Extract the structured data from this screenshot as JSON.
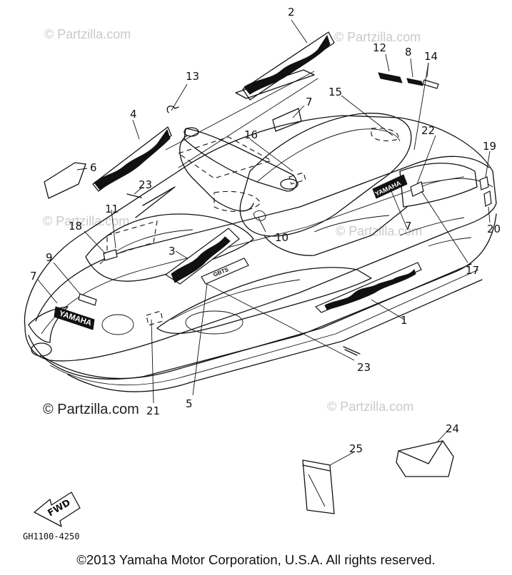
{
  "watermarks": {
    "light": "© Partzilla.com",
    "dark": "© Partzilla.com"
  },
  "callouts": [
    "1",
    "2",
    "3",
    "4",
    "5",
    "6",
    "7",
    "7",
    "7",
    "8",
    "9",
    "10",
    "11",
    "12",
    "13",
    "14",
    "15",
    "16",
    "17",
    "18",
    "19",
    "20",
    "21",
    "22",
    "23",
    "23",
    "24",
    "25"
  ],
  "decals": {
    "yamaha": "YAMAHA",
    "fwd": "FWD"
  },
  "drawing_code": "GH1100-4250",
  "copyright": "©2013 Yamaha Motor Corporation, U.S.A. All rights reserved."
}
